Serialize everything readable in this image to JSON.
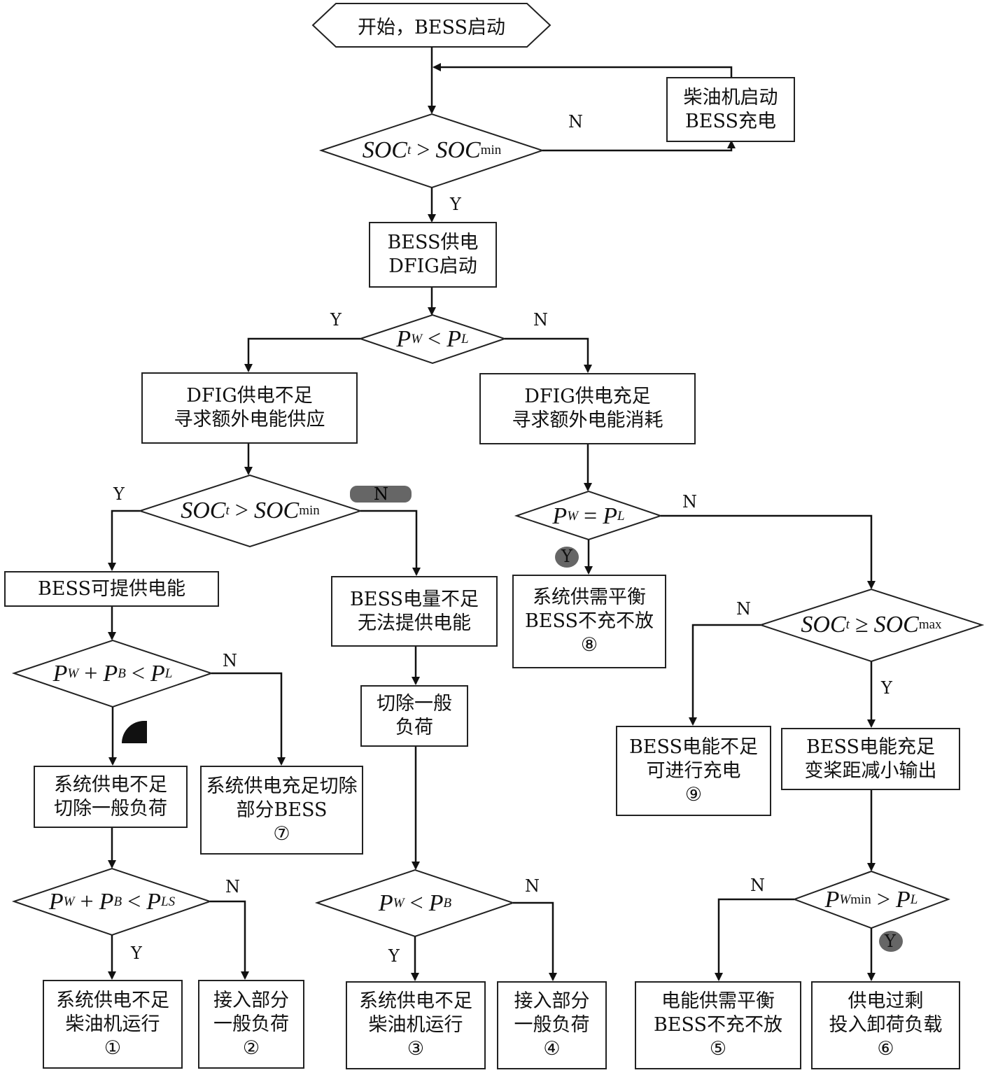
{
  "start": {
    "label": "开始，BESS启动"
  },
  "boxes": {
    "diesel_charge": [
      "柴油机启动",
      "BESS充电"
    ],
    "bess_supply": [
      "BESS供电",
      "DFIG启动"
    ],
    "dfig_short": [
      "DFIG供电不足",
      "寻求额外电能供应"
    ],
    "dfig_enough": [
      "DFIG供电充足",
      "寻求额外电能消耗"
    ],
    "bess_can": [
      "BESS可提供电能"
    ],
    "bess_low": [
      "BESS电量不足",
      "无法提供电能"
    ],
    "sys_short_cut": [
      "系统供电不足",
      "切除一般负荷"
    ],
    "sys_enough_cut": [
      "系统供电充足切除",
      "部分BESS",
      "⑦"
    ],
    "cut_general": [
      "切除一般",
      "负荷"
    ],
    "balance8": [
      "系统供需平衡",
      "BESS不充不放",
      "⑧"
    ],
    "bess_charge9": [
      "BESS电能不足",
      "可进行充电",
      "⑨"
    ],
    "bess_full": [
      "BESS电能充足",
      "变桨距减小输出"
    ],
    "out1": [
      "系统供电不足",
      "柴油机运行",
      "①"
    ],
    "out2": [
      "接入部分",
      "一般负荷",
      "②"
    ],
    "out3": [
      "系统供电不足",
      "柴油机运行",
      "③"
    ],
    "out4": [
      "接入部分",
      "一般负荷",
      "④"
    ],
    "out5": [
      "电能供需平衡",
      "BESS不充不放",
      "⑤"
    ],
    "out6": [
      "供电过剩",
      "投入卸荷负载",
      "⑥"
    ]
  },
  "decisions": {
    "d1": [
      {
        "v": "SOC",
        "sub": "t"
      },
      {
        "op": ">"
      },
      {
        "v": "SOC",
        "subr": "min"
      }
    ],
    "d2": [
      {
        "v": "P",
        "sub": "W"
      },
      {
        "op": "<"
      },
      {
        "v": "P",
        "sub": "L"
      }
    ],
    "d3": [
      {
        "v": "SOC",
        "sub": "t"
      },
      {
        "op": ">"
      },
      {
        "v": "SOC",
        "subr": "min"
      }
    ],
    "d4": [
      {
        "v": "P",
        "sub": "W"
      },
      {
        "op": "+"
      },
      {
        "v": "P",
        "sub": "B"
      },
      {
        "op": "<"
      },
      {
        "v": "P",
        "sub": "L"
      }
    ],
    "d5": [
      {
        "v": "P",
        "sub": "W"
      },
      {
        "op": "+"
      },
      {
        "v": "P",
        "sub": "B"
      },
      {
        "op": "<"
      },
      {
        "v": "P",
        "sub": "LS"
      }
    ],
    "d6": [
      {
        "v": "P",
        "sub": "W"
      },
      {
        "op": "<"
      },
      {
        "v": "P",
        "sub": "B"
      }
    ],
    "d7": [
      {
        "v": "P",
        "sub": "W"
      },
      {
        "op": "="
      },
      {
        "v": "P",
        "sub": "L"
      }
    ],
    "d8": [
      {
        "v": "SOC",
        "sub": "t"
      },
      {
        "op": "≥"
      },
      {
        "v": "SOC",
        "subr": "max"
      }
    ],
    "d9": [
      {
        "v": "P",
        "sub": "W",
        "subr": " min"
      },
      {
        "op": ">"
      },
      {
        "v": "P",
        "sub": "L"
      }
    ]
  },
  "labels": {
    "yes": "Y",
    "no": "N"
  }
}
